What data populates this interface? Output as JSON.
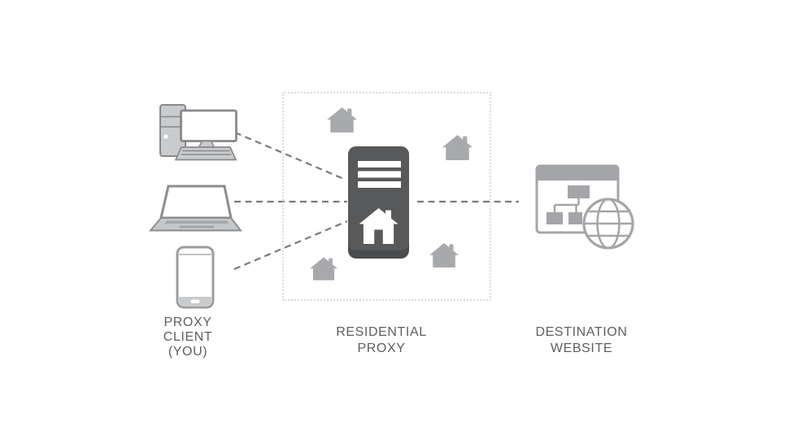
{
  "labels": {
    "client": "PROXY\nCLIENT\n(YOU)",
    "residential_proxy": "RESIDENTIAL\nPROXY",
    "destination": "DESTINATION\nWEBSITE"
  },
  "icons": {
    "client_devices": [
      "desktop-computer",
      "laptop",
      "smartphone"
    ],
    "proxy_server": "server-tower-with-home",
    "residential_houses_count": 4,
    "destination": "browser-window-with-sitemap-and-globe"
  },
  "connections": [
    {
      "from": "desktop-computer",
      "to": "residential-proxy"
    },
    {
      "from": "laptop",
      "to": "residential-proxy"
    },
    {
      "from": "smartphone",
      "to": "residential-proxy"
    },
    {
      "from": "residential-proxy",
      "to": "destination-website"
    }
  ],
  "colors": {
    "background": "#ffffff",
    "server_fill": "#58595b",
    "server_band": "#4b4c4e",
    "house_fill": "#a7a9ac",
    "device_stroke": "#87898c",
    "device_fill": "#c9cbcd",
    "connector_line": "#797a7d",
    "proxy_zone_border": "#dadada",
    "destination_icon": "#a3a5a8",
    "label_text": "#5d5e61"
  }
}
